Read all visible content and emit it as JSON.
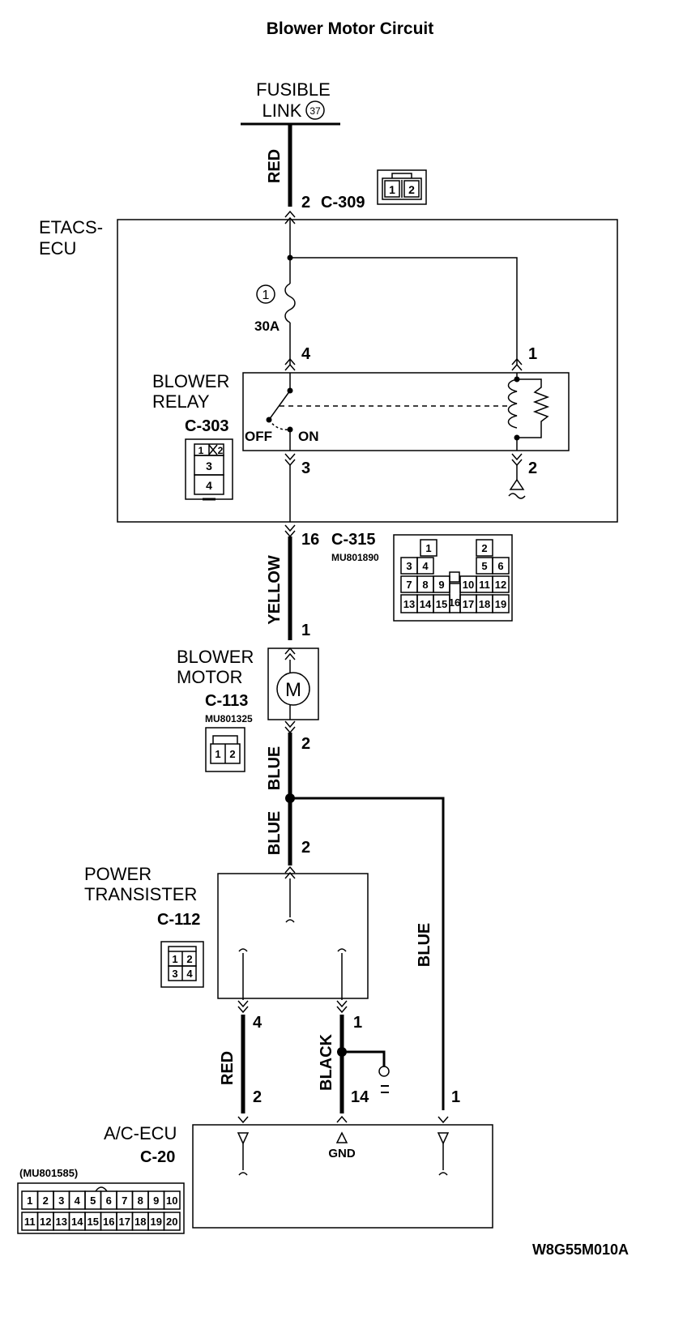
{
  "title": "Blower Motor Circuit",
  "fusible_link": {
    "line1": "FUSIBLE",
    "line2": "LINK",
    "number": "37"
  },
  "etacs": {
    "line1": "ETACS-",
    "line2": "ECU"
  },
  "fuse": {
    "number": "1",
    "rating": "30A"
  },
  "relay": {
    "line1": "BLOWER",
    "line2": "RELAY",
    "connector": "C-303",
    "off": "OFF",
    "on": "ON"
  },
  "blower_motor": {
    "line1": "BLOWER",
    "line2": "MOTOR",
    "connector": "C-113",
    "part": "MU801325",
    "symbol": "M"
  },
  "power_transistor": {
    "line1": "POWER",
    "line2": "TRANSISTER",
    "connector": "C-112"
  },
  "ac_ecu": {
    "name": "A/C-ECU",
    "connector": "C-20",
    "part": "(MU801585)",
    "gnd": "GND"
  },
  "connectors": {
    "c309": {
      "label": "C-309",
      "pins": [
        "1",
        "2"
      ]
    },
    "c303": {
      "pins": [
        "1",
        "2",
        "3",
        "4"
      ]
    },
    "c315": {
      "label": "C-315",
      "part": "MU801890",
      "pins": [
        "1",
        "2",
        "3",
        "4",
        "5",
        "6",
        "7",
        "8",
        "9",
        "10",
        "11",
        "12",
        "13",
        "14",
        "15",
        "16",
        "17",
        "18",
        "19"
      ]
    },
    "c113": {
      "pins": [
        "1",
        "2"
      ]
    },
    "c112": {
      "pins": [
        "1",
        "2",
        "3",
        "4"
      ]
    },
    "c20": {
      "row1": [
        "1",
        "2",
        "3",
        "4",
        "5",
        "6",
        "7",
        "8",
        "9",
        "10"
      ],
      "row2": [
        "11",
        "12",
        "13",
        "14",
        "15",
        "16",
        "17",
        "18",
        "19",
        "20"
      ]
    }
  },
  "wires": {
    "red": "RED",
    "yellow": "YELLOW",
    "blue": "BLUE",
    "black": "BLACK"
  },
  "pins": {
    "p2_c309": "2",
    "p4_relay": "4",
    "p1_relay": "1",
    "p3_relay": "3",
    "p2_relay": "2",
    "p16": "16",
    "p1_motor": "1",
    "p2_motor": "2",
    "p2_pt": "2",
    "p4_pt": "4",
    "p1_pt": "1",
    "p2_ac": "2",
    "p14_ac": "14",
    "p1_ac": "1"
  },
  "diagram_code": "W8G55M010A"
}
